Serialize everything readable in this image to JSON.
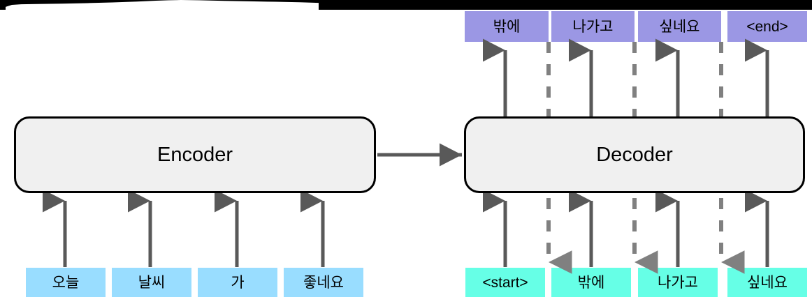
{
  "diagram": {
    "title": "Encoder-Decoder sequence-to-sequence diagram",
    "colors": {
      "encoder_input_box": "#99ddff",
      "decoder_input_box": "#66ffe6",
      "decoder_output_box": "#9b97e4",
      "module_fill": "#f0f0f0",
      "module_border": "#000000",
      "arrow": "#595959",
      "dashed_arrow": "#808080"
    }
  },
  "encoder": {
    "label": "Encoder",
    "inputs": [
      {
        "text": "오늘"
      },
      {
        "text": "날씨"
      },
      {
        "text": "가"
      },
      {
        "text": "좋네요"
      }
    ]
  },
  "decoder": {
    "label": "Decoder",
    "inputs": [
      {
        "text": "<start>"
      },
      {
        "text": "밖에"
      },
      {
        "text": "나가고"
      },
      {
        "text": "싶네요"
      }
    ],
    "outputs": [
      {
        "text": "밖에"
      },
      {
        "text": "나가고"
      },
      {
        "text": "싶네요"
      },
      {
        "text": "<end>"
      }
    ]
  },
  "connector": {
    "encoder_to_decoder": "context-vector-arrow",
    "feedback": "teacher-forcing-dashed-arrow"
  }
}
